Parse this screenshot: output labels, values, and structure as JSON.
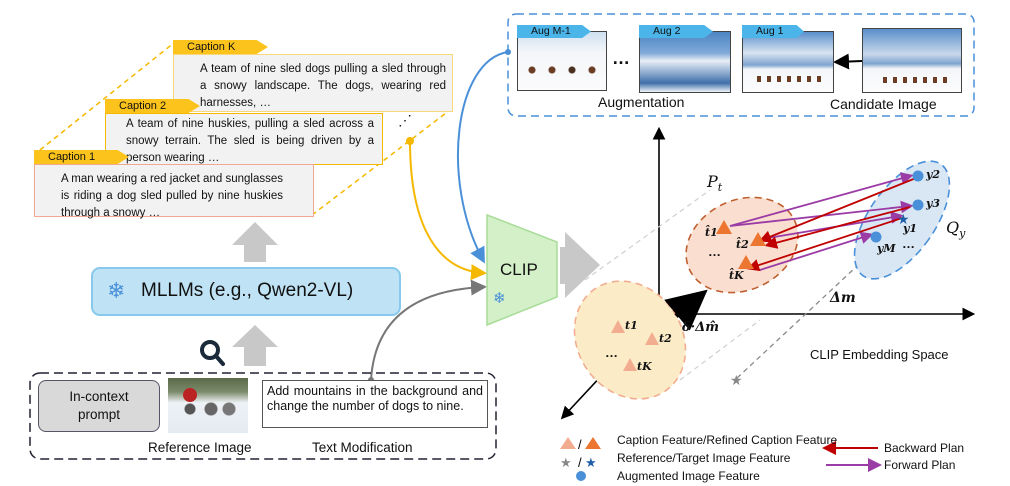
{
  "captions": [
    {
      "tag": "Caption K",
      "text": "A team of nine sled dogs pulling a sled through a snowy landscape. The dogs, wearing red harnesses, …"
    },
    {
      "tag": "Caption 2",
      "text": "A team of nine huskies, pulling a sled across a snowy terrain. The sled is being driven by a person wearing …"
    },
    {
      "tag": "Caption 1",
      "text": "A man wearing a red jacket and sunglasses is riding a dog sled pulled by nine huskies through a snowy …"
    }
  ],
  "caption_ellipsis": "⋰",
  "mllm": {
    "label": "MLLMs (e.g., Qwen2-VL)",
    "icon": "snowflake-icon"
  },
  "input": {
    "prompt_label": "In-context\nprompt",
    "reference_caption": "Reference Image",
    "modification_text": "Add mountains in the background and change the number of dogs to nine.",
    "modification_caption": "Text Modification",
    "search_icon": "search-icon"
  },
  "clip": {
    "label": "CLIP",
    "icon": "snowflake-icon"
  },
  "augmentation": {
    "tags": [
      "Aug M-1",
      "Aug 2",
      "Aug 1"
    ],
    "ellipsis": "…",
    "caption": "Augmentation",
    "candidate_caption": "Candidate Image"
  },
  "embedding": {
    "space_label": "CLIP Embedding Space",
    "Pt": "P",
    "Pt_sub": "t",
    "Qy": "Q",
    "Qy_sub": "y",
    "delta_m": "Δm",
    "delta_step": "δ·Δm̂",
    "caption_points": [
      "t1",
      "t2",
      "tK"
    ],
    "refined_points": [
      "t̂1",
      "t̂2",
      "t̂K"
    ],
    "image_points": [
      "y2",
      "y3",
      "y1",
      "yM"
    ],
    "ellipsis": "…"
  },
  "legend": {
    "items": [
      "Caption Feature/Refined Caption Feature",
      "Reference/Target Image Feature",
      "Augmented Image Feature"
    ],
    "backward": "Backward Plan",
    "forward": "Forward Plan"
  },
  "colors": {
    "caption_yellow": "#fbc31b",
    "aug_blue": "#4bb5ea",
    "mllm_fill": "#bfe3f5",
    "clip_fill": "#d4f0c8",
    "refined_orange": "#ec7630",
    "caption_tri": "#f2ad90",
    "image_blue": "#4a90d9",
    "backward_red": "#c00000",
    "forward_purple": "#9b3ba5"
  }
}
